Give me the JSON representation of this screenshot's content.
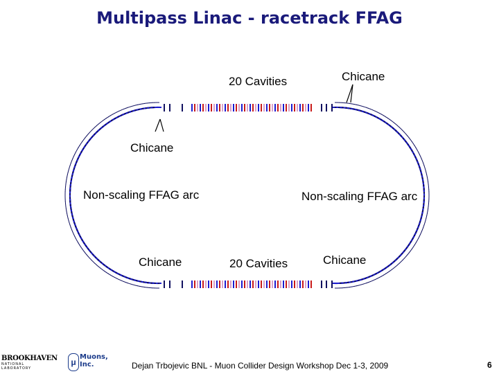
{
  "title": "Multipass Linac - racetrack FFAG",
  "labels": {
    "cavities_top": "20 Cavities",
    "chicane_top_right": "Chicane",
    "chicane_left": "Chicane",
    "arc_left": "Non-scaling FFAG arc",
    "arc_right": "Non-scaling FFAG arc",
    "chicane_bottom_left": "Chicane",
    "cavities_bottom": "20 Cavities",
    "chicane_bottom_right": "Chicane"
  },
  "footer": {
    "text": "Dejan Trbojevic  BNL - Muon Collider Design Workshop Dec 1-3, 2009",
    "page_number": "6"
  },
  "logos": {
    "bnl": "BROOKHAVEN",
    "bnl_sub": "NATIONAL LABORATORY",
    "muons": "Muons,",
    "muons_inc": "Inc.",
    "muons_symbol": "μ"
  },
  "colors": {
    "title": "#1a1a7a",
    "magnet_blue": "#1b1bd0",
    "magnet_dark": "#101060",
    "cavity_red": "#c81a1a",
    "cavity_pink": "#d9a0c8"
  }
}
